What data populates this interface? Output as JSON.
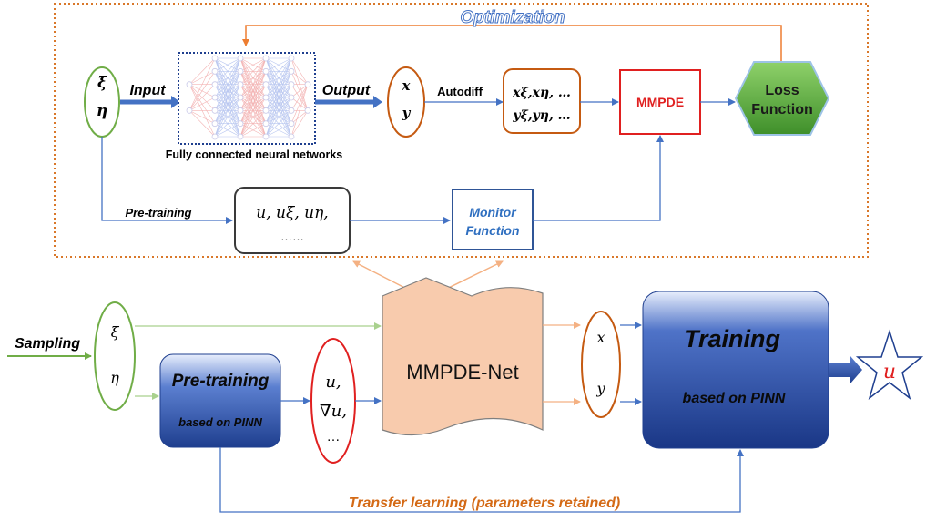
{
  "colors": {
    "dotted_border": "#d9782a",
    "green": "#70ad47",
    "blue_arrow": "#4472c4",
    "orange_arrow": "#ed7d31",
    "red": "#e02020",
    "dark_blue": "#1f3f8f",
    "light_blue": "#5b7fd0",
    "loss_green": "#3f8f2a",
    "mmpde_fill": "#f8cbad",
    "caption_orange": "#d46a16"
  },
  "top": {
    "optimization": "Optimization",
    "input_vars": [
      "ξ",
      "η"
    ],
    "input_label": "Input",
    "nn_caption": "Fully connected neural networks",
    "output_label": "Output",
    "output_vars": [
      "x",
      "y"
    ],
    "autodiff_label": "Autodiff",
    "derivs": [
      "xξ,xη, …",
      "yξ,yη, …"
    ],
    "mmpde": "MMPDE",
    "loss": [
      "Loss",
      "Function"
    ],
    "pretraining_label": "Pre-training",
    "u_box": [
      "u, uξ, uη,",
      "……"
    ],
    "monitor": [
      "Monitor",
      "Function"
    ]
  },
  "bottom": {
    "sampling": "Sampling",
    "input_vars": [
      "ξ",
      "η"
    ],
    "pretrain_title": "Pre-training",
    "pretrain_sub": "based on PINN",
    "u_vars": [
      "u,",
      "∇u,",
      "…"
    ],
    "mmpde_net": "MMPDE-Net",
    "output_vars": [
      "x",
      "y"
    ],
    "train_title": "Training",
    "train_sub": "based on PINN",
    "result": "u",
    "transfer": "Transfer learning (parameters retained)"
  }
}
